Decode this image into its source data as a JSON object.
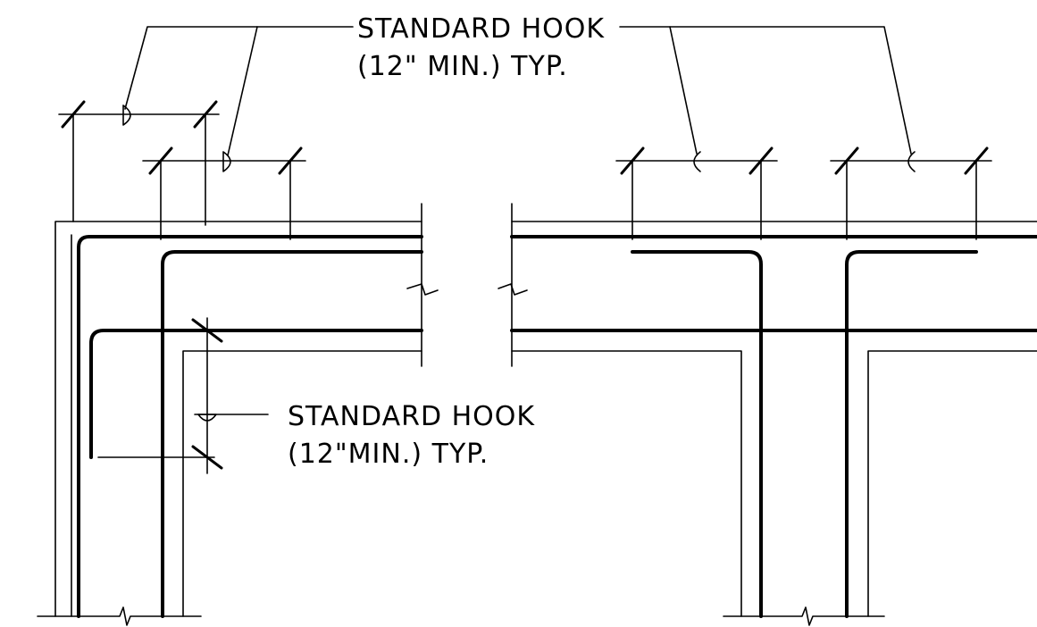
{
  "notes": {
    "top": {
      "line1": "STANDARD HOOK",
      "line2": "(12\" MIN.) TYP."
    },
    "left": {
      "line1": "STANDARD HOOK",
      "line2": "(12\"MIN.) TYP."
    }
  },
  "dim_symbol_left": "D",
  "dim_symbol_right": "C",
  "colors": {
    "ink": "#000000",
    "paper": "#ffffff"
  }
}
